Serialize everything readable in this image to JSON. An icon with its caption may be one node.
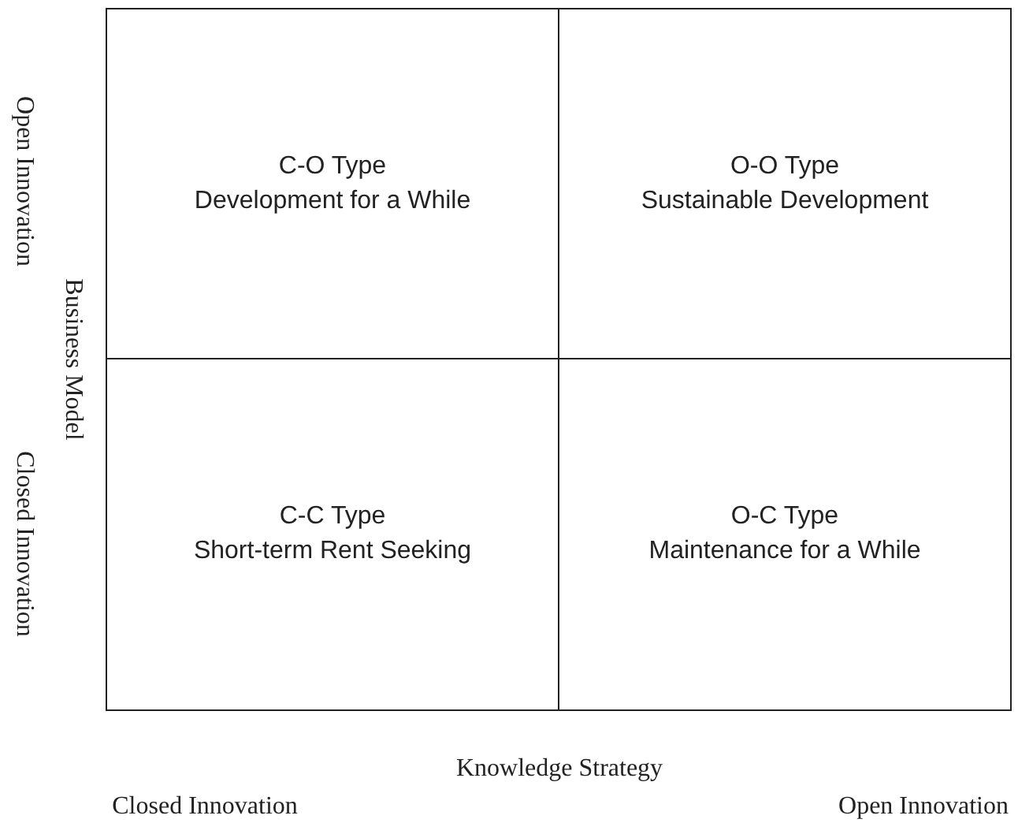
{
  "diagram": {
    "nodes": [
      {
        "text": [
          "C-O Type",
          "Development for a While"
        ]
      },
      {
        "text": [
          "O-O Type",
          "Sustainable Development"
        ]
      },
      {
        "text": [
          "C-C Type",
          "Short-term Rent Seeking"
        ]
      },
      {
        "text": [
          "O-C Type",
          "Maintenance for a While"
        ]
      }
    ],
    "labels": [
      "Open Innovation",
      "Business Model",
      "Closed Innovation",
      "Knowledge Strategy",
      "Closed Innovation",
      "Open Innovation"
    ]
  }
}
